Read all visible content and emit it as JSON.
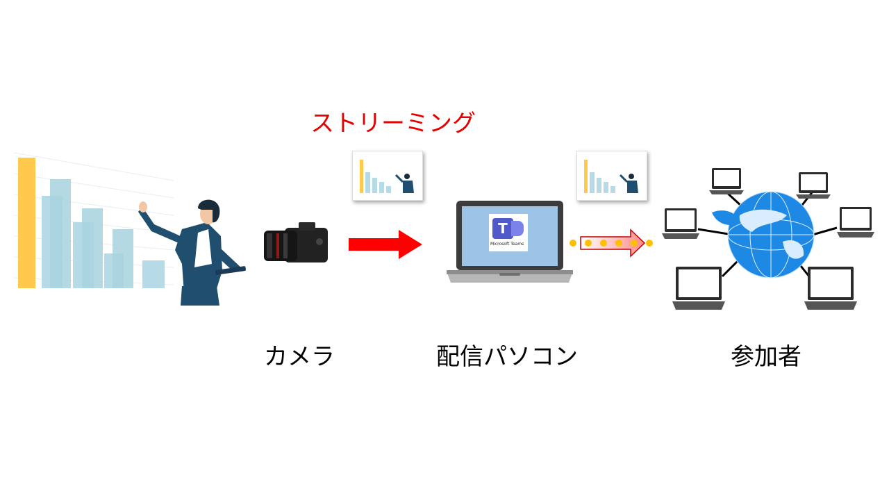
{
  "labels": {
    "streaming": "ストリーミング",
    "camera": "カメラ",
    "pc": "配信パソコン",
    "participants": "参加者"
  },
  "teams_app": {
    "icon_letter": "T",
    "name": "Microsoft Teams"
  },
  "colors": {
    "streaming_text": "#e60000",
    "arrow_red": "#ff0000",
    "dots_yellow": "#ffc000",
    "arrow_gradient_start": "#ffffff",
    "arrow_gradient_end": "#ff8a8a",
    "teams_purple": "#5059c9",
    "screen_blue": "#9dc3e6",
    "bar_yellow": "#ffc94d",
    "bar_blue": "#b7dbe6",
    "globe_blue": "#1e88e5"
  }
}
